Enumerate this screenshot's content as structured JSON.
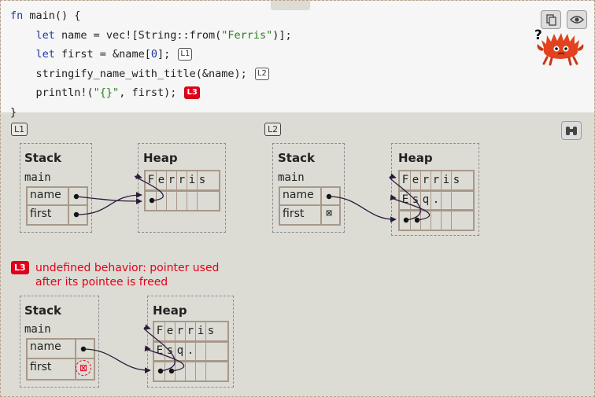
{
  "code": {
    "lines": [
      {
        "parts": [
          [
            "kw",
            "fn "
          ],
          [
            "plain",
            "main() {"
          ]
        ]
      },
      {
        "parts": [
          [
            "plain",
            "    "
          ],
          [
            "kw",
            "let"
          ],
          [
            "plain",
            " name = vec![String::from("
          ],
          [
            "str",
            "\"Ferris\""
          ],
          [
            "plain",
            ")];"
          ]
        ]
      },
      {
        "parts": [
          [
            "plain",
            "    "
          ],
          [
            "kw",
            "let"
          ],
          [
            "plain",
            " first = &name["
          ],
          [
            "num",
            "0"
          ],
          [
            "plain",
            "];"
          ]
        ],
        "badge": "L1"
      },
      {
        "parts": [
          [
            "plain",
            "    stringify_name_with_title(&name);"
          ]
        ],
        "badge": "L2"
      },
      {
        "parts": [
          [
            "plain",
            "    println!("
          ],
          [
            "str",
            "\"{}\""
          ],
          [
            "plain",
            ", first);"
          ]
        ],
        "badge": "L3",
        "badge_red": true
      },
      {
        "parts": [
          [
            "plain",
            "}"
          ]
        ]
      }
    ]
  },
  "ferris": {
    "question_mark": "?"
  },
  "steps": [
    {
      "label": "L1",
      "stack_title": "Stack",
      "frame": "main",
      "vars": [
        "name",
        "first"
      ],
      "heap_title": "Heap",
      "heap_rows": [
        "Ferris",
        ""
      ]
    },
    {
      "label": "L2",
      "stack_title": "Stack",
      "frame": "main",
      "vars": [
        "name",
        "first"
      ],
      "heap_title": "Heap",
      "heap_rows": [
        "Ferris",
        "Esq.",
        ""
      ]
    },
    {
      "label": "L3",
      "stack_title": "Stack",
      "frame": "main",
      "vars": [
        "name",
        "first"
      ],
      "heap_title": "Heap",
      "heap_rows": [
        "Ferris",
        "Esq.",
        ""
      ],
      "error": [
        "undefined behavior: pointer used",
        "after its pointee is freed"
      ]
    }
  ],
  "icons": {
    "copy": "copy-icon",
    "reveal": "eye-icon",
    "binoculars": "binoculars-icon",
    "invalid_pointer": "invalid-pointer-icon"
  },
  "colors": {
    "keyword": "#1c38a6",
    "string": "#2a7d1d",
    "error": "#e3001b",
    "cell_border": "#a8988a"
  }
}
